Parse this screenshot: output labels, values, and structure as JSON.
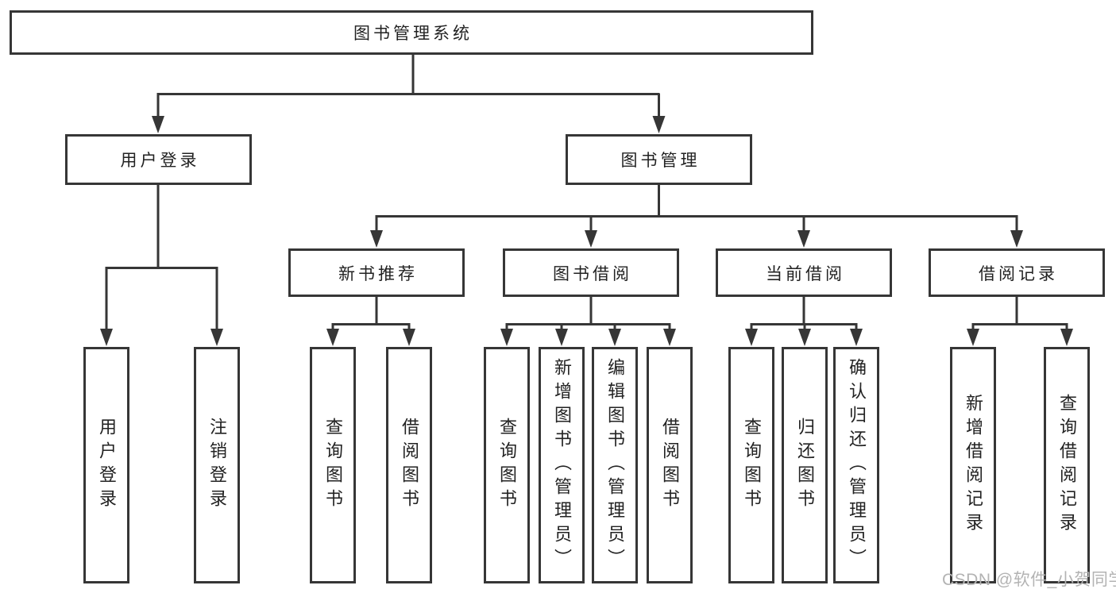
{
  "colors": {
    "background": "#ffffff",
    "line": "#363636",
    "box_border": "#363636",
    "text": "#222222",
    "watermark_text": "#b3b3b3"
  },
  "root": {
    "label": "图书管理系统"
  },
  "branches": [
    {
      "label": "用户登录",
      "children": [
        "用户登录",
        "注销登录"
      ]
    },
    {
      "label": "图书管理",
      "children": [
        {
          "label": "新书推荐",
          "children": [
            "查询图书",
            "借阅图书"
          ]
        },
        {
          "label": "图书借阅",
          "children": [
            "查询图书",
            "新增图书（管理员）",
            "编辑图书（管理员）",
            "借阅图书"
          ]
        },
        {
          "label": "当前借阅",
          "children": [
            "查询图书",
            "归还图书",
            "确认归还（管理员）"
          ]
        },
        {
          "label": "借阅记录",
          "children": [
            "新增借阅记录",
            "查询借阅记录"
          ]
        }
      ]
    }
  ],
  "watermark": "CSDN @软件_小贺同学"
}
